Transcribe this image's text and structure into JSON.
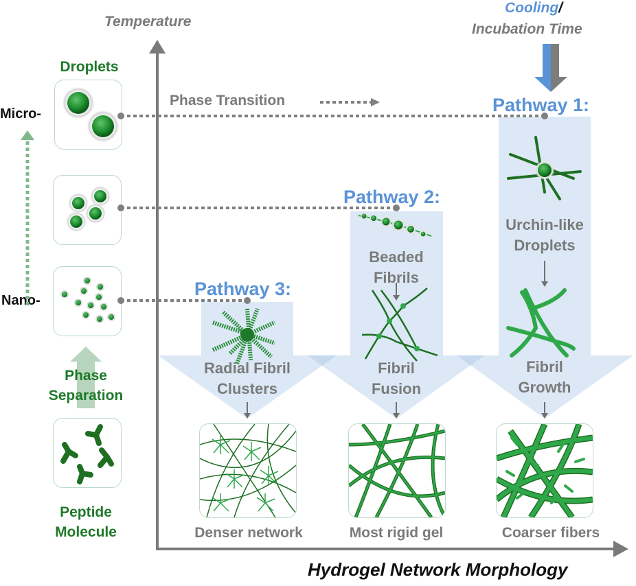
{
  "axes": {
    "y_label": "Temperature",
    "x_label": "Hydrogel Network Morphology",
    "cooling_label": "Cooling",
    "slash": "/",
    "incubation_label": "Incubation Time"
  },
  "left_column": {
    "droplets_title": "Droplets",
    "micro_label": "Micro-",
    "nano_label": "Nano-",
    "phase_separation_line1": "Phase",
    "phase_separation_line2": "Separation",
    "peptide_line1": "Peptide",
    "peptide_line2": "Molecule"
  },
  "phase_transition_label": "Phase Transition",
  "pathways": [
    {
      "title": "Pathway 1:",
      "stage1_line1": "Urchin-like",
      "stage1_line2": "Droplets",
      "stage2_line1": "Fibril",
      "stage2_line2": "Growth",
      "result": "Coarser fibers"
    },
    {
      "title": "Pathway 2:",
      "stage1_line1": "Beaded",
      "stage1_line2": "Fibrils",
      "stage2_line1": "Fibril",
      "stage2_line2": "Fusion",
      "result": "Most rigid gel"
    },
    {
      "title": "Pathway 3:",
      "stage1_line1": "Radial Fibril",
      "stage1_line2": "Clusters",
      "result": "Denser network"
    }
  ],
  "colors": {
    "axis_gray": "#7a7a7a",
    "pathway_blue": "#5a93d6",
    "band_blue": "#dce8f5",
    "green": "#1e7a2a",
    "fibril_green": "#2fa84a"
  }
}
